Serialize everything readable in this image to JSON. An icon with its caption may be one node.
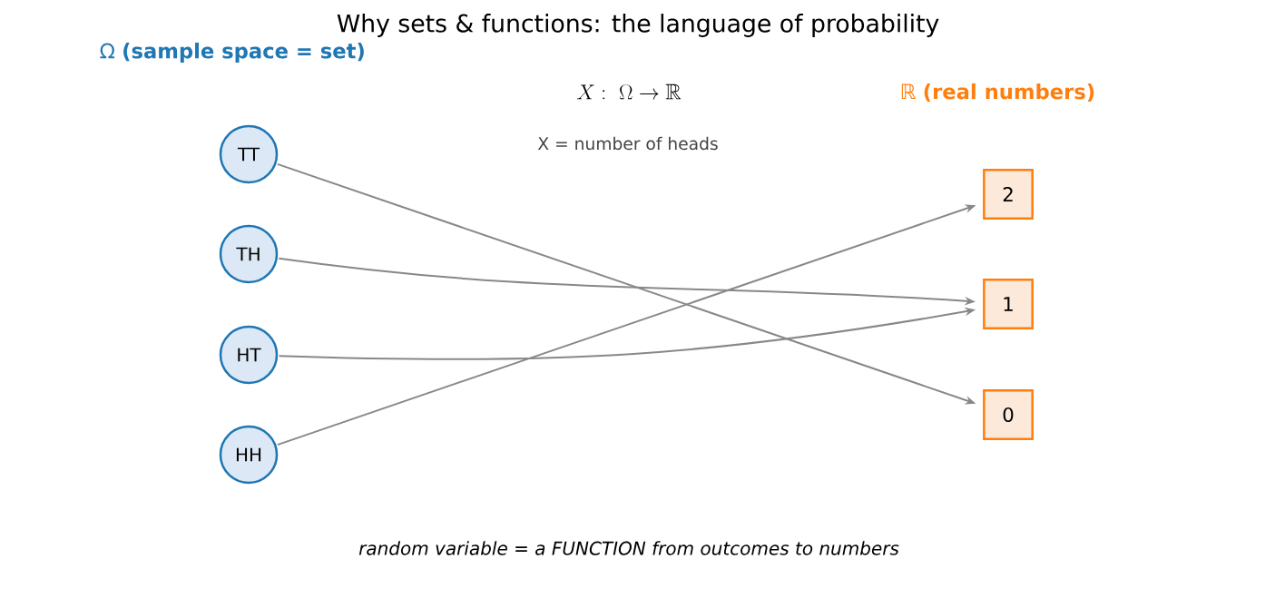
{
  "diagram": {
    "title": "Why sets & functions: the language of probability",
    "caption": "random variable = a FUNCTION from outcomes to numbers",
    "nodes": [
      {
        "text": [
          "TT"
        ]
      },
      {
        "text": [
          "TH"
        ]
      },
      {
        "text": [
          "HT"
        ]
      },
      {
        "text": [
          "HH"
        ]
      },
      {
        "text": [
          "2"
        ]
      },
      {
        "text": [
          "1"
        ]
      },
      {
        "text": [
          "0"
        ]
      }
    ],
    "edges": [
      {
        "from": 0,
        "to": 6,
        "arrow": "to"
      },
      {
        "from": 1,
        "to": 5,
        "arrow": "to"
      },
      {
        "from": 2,
        "to": 5,
        "arrow": "to"
      },
      {
        "from": 3,
        "to": 4,
        "arrow": "to"
      }
    ],
    "labels": [
      "Ω **(sample space = set)**",
      "X:\\ \\Omega\\to\\mathbb{R}",
      "ℝ **(real numbers)**",
      "X = number of heads"
    ]
  }
}
